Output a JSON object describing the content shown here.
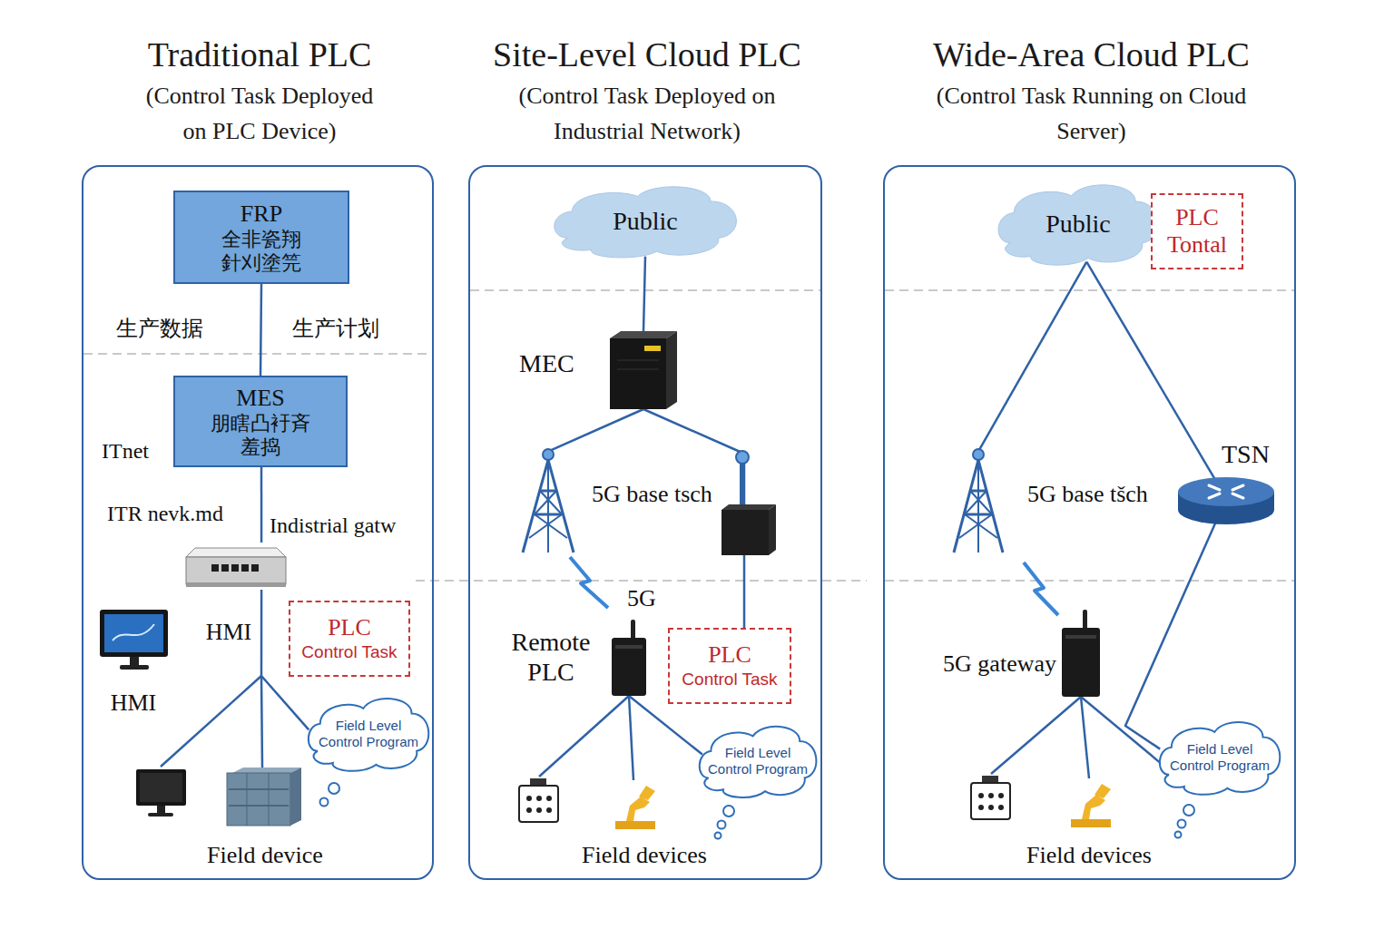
{
  "diagram": {
    "nodes": [
      {
        "text": [
          "Traditional PLC",
          "(Control Task Deployed on PLC Device)"
        ]
      },
      {
        "text": [
          "FRP",
          "全非瓷翔 針刈塗笎"
        ],
        "in": 0
      },
      {
        "text": [
          "MES",
          "朋瞎凸衧斉 羞捣"
        ],
        "in": 0
      },
      {
        "text": [
          "Indistrial gatw"
        ],
        "in": 0
      },
      {
        "text": [
          "PLC",
          "Control Task"
        ],
        "in": 0
      },
      {
        "text": [
          "Field Level Control Program"
        ],
        "in": 0
      },
      {
        "text": [
          "Site-Level Cloud PLC",
          "(Control Task Deployed on Industrial Network)"
        ]
      },
      {
        "text": [
          "Public"
        ],
        "in": 6
      },
      {
        "text": [
          "MEC"
        ],
        "in": 6
      },
      {
        "text": [
          "5G base tsch"
        ],
        "in": 6
      },
      {
        "text": [
          "Remote PLC"
        ],
        "in": 6
      },
      {
        "text": [
          "PLC",
          "Control Task"
        ],
        "in": 6
      },
      {
        "text": [
          "Field Level Control Program"
        ],
        "in": 6
      },
      {
        "text": [
          "Wide-Area Cloud PLC",
          "(Control Task Running on Cloud Server)"
        ]
      },
      {
        "text": [
          "Public"
        ],
        "in": 13
      },
      {
        "text": [
          "PLC",
          "Tontal"
        ],
        "in": 13
      },
      {
        "text": [
          "5G base tšch"
        ],
        "in": 13
      },
      {
        "text": [
          "TSN"
        ],
        "in": 13
      },
      {
        "text": [
          "5G gateway"
        ],
        "in": 13
      },
      {
        "text": [
          "Field Level Control Program"
        ],
        "in": 13
      }
    ],
    "edges": [
      {
        "from": 1,
        "to": 2,
        "arrow": "none"
      },
      {
        "from": 2,
        "to": 3,
        "arrow": "none"
      },
      {
        "from": 3,
        "to": 5,
        "arrow": "none"
      },
      {
        "from": 7,
        "to": 8,
        "arrow": "none"
      },
      {
        "from": 8,
        "to": 9,
        "arrow": "none"
      },
      {
        "from": 8,
        "to": 11,
        "arrow": "none"
      },
      {
        "from": 10,
        "to": 12,
        "arrow": "none"
      },
      {
        "from": 14,
        "to": 16,
        "arrow": "none"
      },
      {
        "from": 14,
        "to": 17,
        "arrow": "none"
      },
      {
        "from": 17,
        "to": 19,
        "arrow": "none"
      },
      {
        "from": 18,
        "to": 19,
        "arrow": "none"
      }
    ],
    "labels": [
      "生产数据",
      "生产计划",
      "ITnet",
      "ITR nevk.md",
      "HMI",
      "HMI",
      "Field device",
      "5G",
      "Field devices",
      "Field devices"
    ]
  }
}
